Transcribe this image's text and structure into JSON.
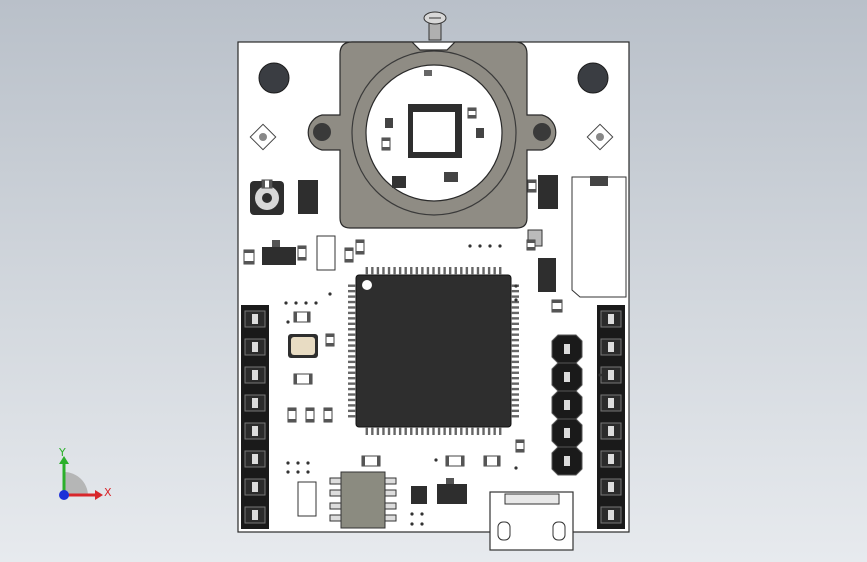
{
  "viewport": {
    "background_top": "#b9c0c9",
    "background_bottom": "#e7eaee",
    "board_color": "#ffffff",
    "mount_color": "#8f8c84",
    "chip_color": "#2e2e2e",
    "header_color": "#1a1a1a"
  },
  "triad": {
    "x_label": "X",
    "y_label": "Y",
    "x_color": "#d8262b",
    "y_color": "#2bb02b",
    "z_color": "#1c2fd8"
  },
  "components": {
    "left_header_pins": 8,
    "right_header_pins": 8,
    "jumper_header_pins": 5,
    "mcu_pins_per_side": 25
  },
  "icons": [
    "mounting-hole-icon",
    "screw-icon",
    "usb-connector-icon",
    "coordinate-triad-icon"
  ]
}
